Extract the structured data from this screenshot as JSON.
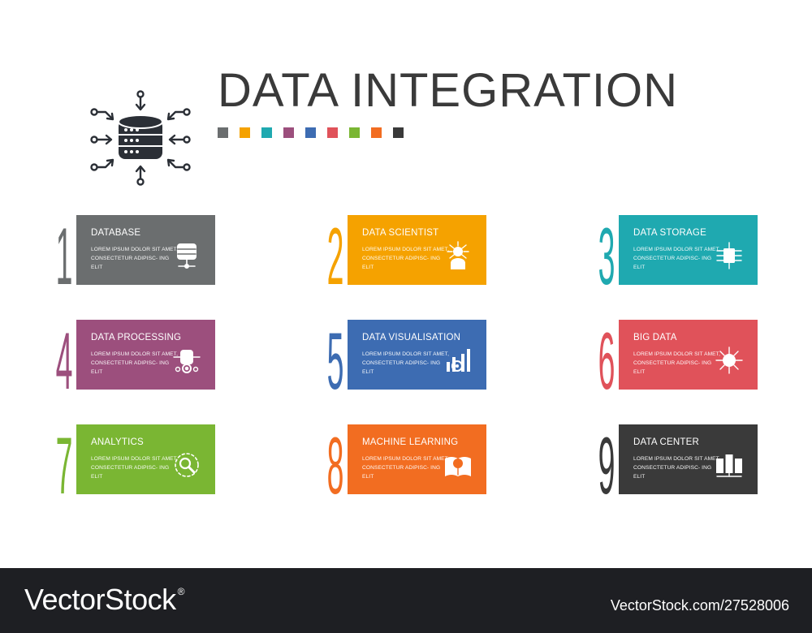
{
  "title": "DATA INTEGRATION",
  "swatches": [
    "#6b6e6f",
    "#f5a200",
    "#1fa9b0",
    "#9c4f7d",
    "#3d6cb2",
    "#e0525a",
    "#7ab633",
    "#f26d21",
    "#3a3a3a"
  ],
  "cards": [
    {
      "number": "1",
      "title": "DATABASE",
      "description": "LOREM IPSUM DOLOR SIT AMET, CONSECTETUR ADIPISC- ING ELIT",
      "color": "#6b6e6f",
      "icon": "database-icon"
    },
    {
      "number": "2",
      "title": "DATA SCIENTIST",
      "description": "LOREM IPSUM DOLOR SIT AMET, CONSECTETUR ADIPISC- ING ELIT",
      "color": "#f5a200",
      "icon": "data-scientist-icon"
    },
    {
      "number": "3",
      "title": "DATA STORAGE",
      "description": "LOREM IPSUM DOLOR SIT AMET, CONSECTETUR ADIPISC- ING ELIT",
      "color": "#1fa9b0",
      "icon": "data-storage-icon"
    },
    {
      "number": "4",
      "title": "DATA PROCESSING",
      "description": "LOREM IPSUM DOLOR SIT AMET, CONSECTETUR ADIPISC- ING ELIT",
      "color": "#9c4f7d",
      "icon": "data-processing-icon"
    },
    {
      "number": "5",
      "title": "DATA VISUALISATION",
      "description": "LOREM IPSUM DOLOR SIT AMET, CONSECTETUR ADIPISC- ING ELIT",
      "color": "#3d6cb2",
      "icon": "data-visualisation-icon"
    },
    {
      "number": "6",
      "title": "BIG DATA",
      "description": "LOREM IPSUM DOLOR SIT AMET, CONSECTETUR ADIPISC- ING ELIT",
      "color": "#e0525a",
      "icon": "big-data-icon"
    },
    {
      "number": "7",
      "title": "ANALYTICS",
      "description": "LOREM IPSUM DOLOR SIT AMET, CONSECTETUR ADIPISC- ING ELIT",
      "color": "#7ab633",
      "icon": "analytics-icon"
    },
    {
      "number": "8",
      "title": "MACHINE LEARNING",
      "description": "LOREM IPSUM DOLOR SIT AMET, CONSECTETUR ADIPISC- ING ELIT",
      "color": "#f26d21",
      "icon": "machine-learning-icon"
    },
    {
      "number": "9",
      "title": "DATA CENTER",
      "description": "LOREM IPSUM DOLOR SIT AMET, CONSECTETUR ADIPISC- ING ELIT",
      "color": "#3a3a3a",
      "icon": "data-center-icon"
    }
  ],
  "footer": {
    "brand": "VectorStock",
    "brand_mark": "®",
    "image_id": "VectorStock.com/27528006"
  }
}
